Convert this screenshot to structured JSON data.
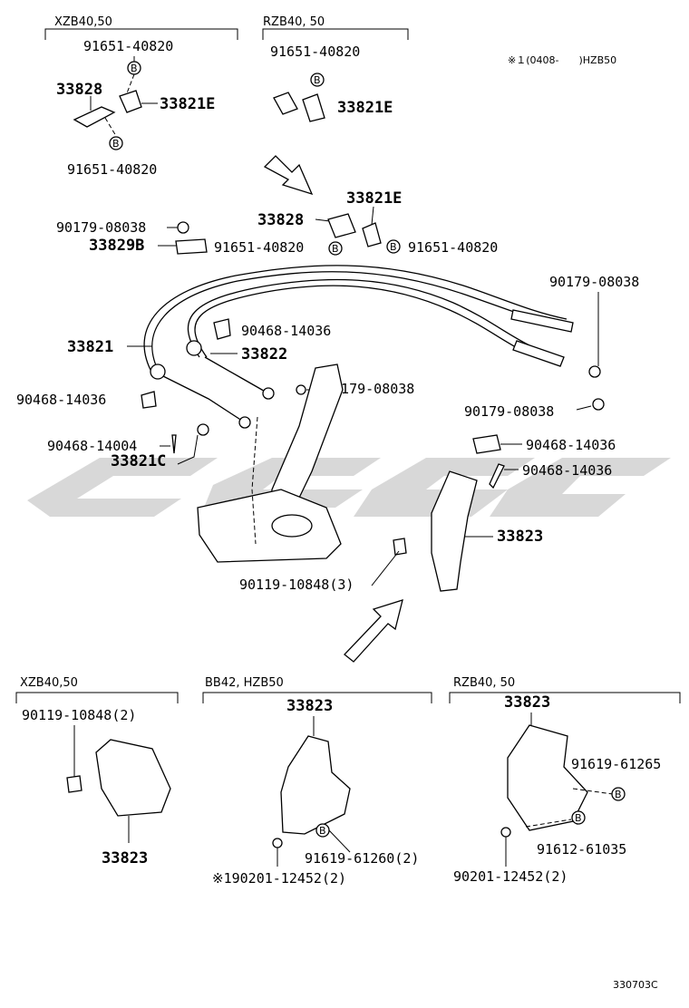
{
  "headers": {
    "top_left": "XZB40,50",
    "top_mid": "RZB40, 50",
    "note": "※１(0408-　　)HZB50",
    "bot_left": "XZB40,50",
    "bot_mid": "BB42, HZB50",
    "bot_right": "RZB40, 50"
  },
  "labels": {
    "tl_bolt_top": "91651-40820",
    "tl_bracket": "33828",
    "tl_clip": "33821E",
    "tl_bolt_bot": "91651-40820",
    "tm_bolt": "91651-40820",
    "tm_clip": "33821E",
    "m_clip": "33821E",
    "m_bracket": "33828",
    "m_nut": "90179-08038",
    "m_retainer": "33829B",
    "m_bolt_left": "91651-40820",
    "m_bolt_right": "91651-40820",
    "r_nut_top": "90179-08038",
    "cable_main": "33821",
    "clip_upper": "90468-14036",
    "cable_second": "33822",
    "nut_center": "90179-08038",
    "clip_left": "90468-14036",
    "r_nut_bot": "90179-08038",
    "pin": "90468-14004",
    "washer": "33821C",
    "clip_r1": "90468-14036",
    "clip_r2": "90468-14036",
    "bracket_main": "33823",
    "bolt_main": "90119-10848(3)",
    "bl_bolt": "90119-10848(2)",
    "bl_bracket": "33823",
    "bm_bracket": "33823",
    "bm_bolt": "91619-61260(2)",
    "bm_washer": "※190201-12452(2)",
    "br_bracket": "33823",
    "br_bolt1": "91619-61265",
    "br_bolt2": "91612-61035",
    "br_washer": "90201-12452(2)",
    "bolt_badge": "B",
    "code": "330703C"
  },
  "watermark_present": true
}
